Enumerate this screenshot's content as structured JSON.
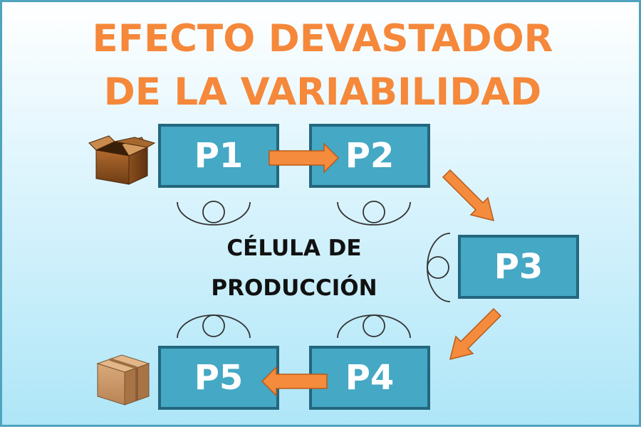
{
  "title": {
    "line1": "EFECTO DEVASTADOR",
    "line2": "DE LA VARIABILIDAD"
  },
  "stations": [
    "P1",
    "P2",
    "P3",
    "P4",
    "P5"
  ],
  "cell_label": {
    "line1": "CÉLULA DE",
    "line2": "PRODUCCIÓN"
  },
  "colors": {
    "title": "#f5883a",
    "station_fill": "#45a8c4",
    "station_border": "#23677e",
    "arrow": "#f58b3c",
    "operator_stroke": "#333333"
  },
  "icons": {
    "input": "open-box-icon",
    "output": "closed-box-icon",
    "operator": "operator-icon"
  }
}
